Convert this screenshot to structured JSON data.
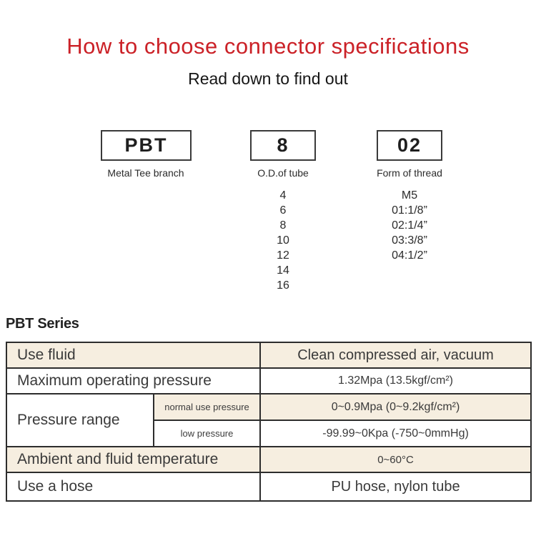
{
  "page": {
    "title": "How to choose connector specifications",
    "subtitle": "Read down to find out"
  },
  "code_breakdown": {
    "segments": [
      {
        "code": "PBT",
        "label": "Metal Tee branch",
        "options": []
      },
      {
        "code": "8",
        "label": "O.D.of tube",
        "options": [
          "4",
          "6",
          "8",
          "10",
          "12",
          "14",
          "16"
        ]
      },
      {
        "code": "02",
        "label": "Form of thread",
        "options": [
          "M5",
          "01:1/8”",
          "02:1/4”",
          "03:3/8”",
          "04:1/2”"
        ]
      }
    ]
  },
  "series_heading": "PBT Series",
  "spec_table": {
    "rows": [
      {
        "label": "Use fluid",
        "value": "Clean compressed air, vacuum"
      },
      {
        "label": "Maximum operating pressure",
        "value": "1.32Mpa  (13.5kgf/cm²)"
      },
      {
        "label": "Pressure range",
        "sub_rows": [
          {
            "label": "normal use pressure",
            "value": "0~0.9Mpa  (0~9.2kgf/cm²)"
          },
          {
            "label": "low pressure",
            "value": "-99.99~0Kpa  (-750~0mmHg)"
          }
        ]
      },
      {
        "label": "Ambient and fluid temperature",
        "value": "0~60°C"
      },
      {
        "label": "Use a hose",
        "value": "PU hose, nylon tube"
      }
    ]
  },
  "colors": {
    "accent_red": "#cb2127",
    "row_beige": "#f6eee0",
    "table_border": "#2d2d2d"
  }
}
